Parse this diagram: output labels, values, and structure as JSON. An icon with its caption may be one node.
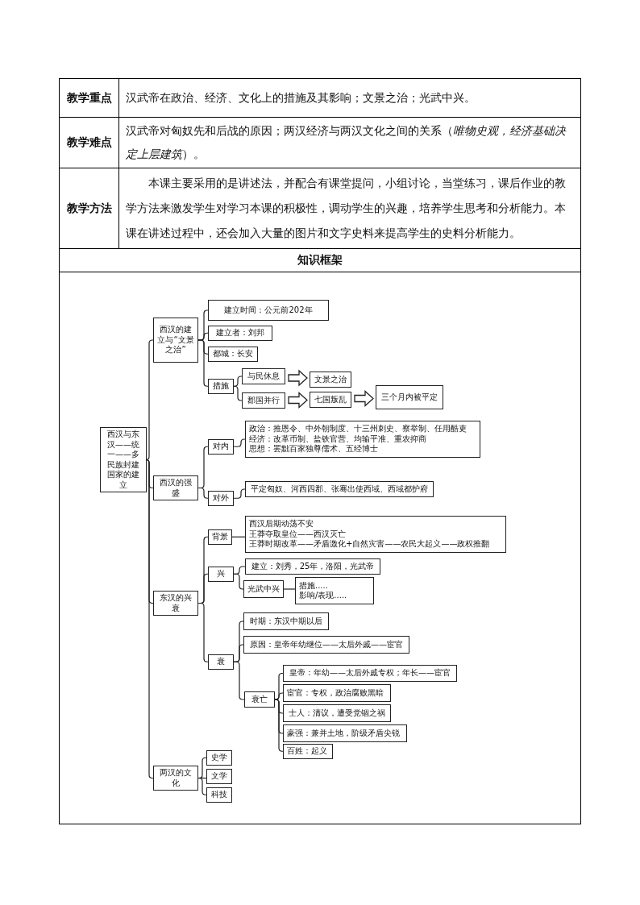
{
  "diagram": {
    "nodes": [
      {
        "text": [
          "西汉与东汉——统一——多民族封建国家的建立"
        ]
      },
      {
        "text": [
          "西汉的建立与“文景之治”"
        ]
      },
      {
        "text": [
          "建立时间：公元前202年"
        ]
      },
      {
        "text": [
          "建立者：刘邦"
        ]
      },
      {
        "text": [
          "都城：长安"
        ]
      },
      {
        "text": [
          "措施"
        ]
      },
      {
        "text": [
          "与民休息"
        ]
      },
      {
        "text": [
          "郡国并行"
        ]
      },
      {
        "text": [
          "文景之治"
        ]
      },
      {
        "text": [
          "七国叛乱"
        ]
      },
      {
        "text": [
          "三个月内被平定"
        ]
      },
      {
        "text": [
          "西汉的强盛"
        ]
      },
      {
        "text": [
          "对内"
        ]
      },
      {
        "text": [
          "政治：推恩令、中外朝制度、十三州刺史、察举制、任用酷吏",
          "经济：改革币制、盐铁官营、均输平准、重农抑商",
          "思想：罢黜百家独尊儒术、五经博士"
        ]
      },
      {
        "text": [
          "对外"
        ]
      },
      {
        "text": [
          "平定匈奴、河西四郡、张骞出使西域、西域都护府"
        ]
      },
      {
        "text": [
          "东汉的兴衰"
        ]
      },
      {
        "text": [
          "背景"
        ]
      },
      {
        "text": [
          "西汉后期动荡不安",
          "王莽夺取皇位——西汉灭亡",
          "王莽时期改革——矛盾激化+自然灾害——农民大起义——政权推翻"
        ]
      },
      {
        "text": [
          "兴"
        ]
      },
      {
        "text": [
          "建立：刘秀，25年，洛阳，光武帝"
        ]
      },
      {
        "text": [
          "光武中兴"
        ]
      },
      {
        "text": [
          "措施.....",
          "影响/表现....."
        ]
      },
      {
        "text": [
          "衰"
        ]
      },
      {
        "text": [
          "时期：东汉中期以后"
        ]
      },
      {
        "text": [
          "原因：皇帝年幼继位——太后外戚——宦官"
        ]
      },
      {
        "text": [
          "衰亡"
        ]
      },
      {
        "text": [
          "皇帝：年幼——太后外戚专权；年长——宦官"
        ]
      },
      {
        "text": [
          "宦官：专权，政治腐败黑暗"
        ]
      },
      {
        "text": [
          "士人：清议，遭受党锢之祸"
        ]
      },
      {
        "text": [
          "豪强：兼并土地，阶级矛盾尖锐"
        ]
      },
      {
        "text": [
          "百姓：起义"
        ]
      },
      {
        "text": [
          "两汉的文化"
        ]
      },
      {
        "text": [
          "史学"
        ]
      },
      {
        "text": [
          "文学"
        ]
      },
      {
        "text": [
          "科技"
        ]
      }
    ],
    "edges": [
      {
        "from": 0,
        "to": 1,
        "arrow": "none"
      },
      {
        "from": 0,
        "to": 11,
        "arrow": "none"
      },
      {
        "from": 0,
        "to": 16,
        "arrow": "none"
      },
      {
        "from": 0,
        "to": 32,
        "arrow": "none"
      },
      {
        "from": 1,
        "to": 2,
        "arrow": "none"
      },
      {
        "from": 1,
        "to": 3,
        "arrow": "none"
      },
      {
        "from": 1,
        "to": 4,
        "arrow": "none"
      },
      {
        "from": 1,
        "to": 5,
        "arrow": "none"
      },
      {
        "from": 5,
        "to": 6,
        "arrow": "none"
      },
      {
        "from": 5,
        "to": 7,
        "arrow": "none"
      },
      {
        "from": 6,
        "to": 8,
        "arrow": "to",
        "style": "thick"
      },
      {
        "from": 7,
        "to": 9,
        "arrow": "to",
        "style": "thick"
      },
      {
        "from": 9,
        "to": 10,
        "arrow": "to",
        "style": "thick"
      },
      {
        "from": 11,
        "to": 12,
        "arrow": "none"
      },
      {
        "from": 11,
        "to": 14,
        "arrow": "none"
      },
      {
        "from": 12,
        "to": 13,
        "arrow": "none"
      },
      {
        "from": 14,
        "to": 15,
        "arrow": "none"
      },
      {
        "from": 16,
        "to": 17,
        "arrow": "none"
      },
      {
        "from": 16,
        "to": 19,
        "arrow": "none"
      },
      {
        "from": 16,
        "to": 23,
        "arrow": "none"
      },
      {
        "from": 17,
        "to": 18,
        "arrow": "none"
      },
      {
        "from": 19,
        "to": 20,
        "arrow": "none"
      },
      {
        "from": 19,
        "to": 21,
        "arrow": "none"
      },
      {
        "from": 21,
        "to": 22,
        "arrow": "none"
      },
      {
        "from": 23,
        "to": 24,
        "arrow": "none"
      },
      {
        "from": 23,
        "to": 25,
        "arrow": "none"
      },
      {
        "from": 23,
        "to": 26,
        "arrow": "none"
      },
      {
        "from": 26,
        "to": 27,
        "arrow": "none"
      },
      {
        "from": 26,
        "to": 28,
        "arrow": "none"
      },
      {
        "from": 26,
        "to": 29,
        "arrow": "none"
      },
      {
        "from": 26,
        "to": 30,
        "arrow": "none"
      },
      {
        "from": 26,
        "to": 31,
        "arrow": "none"
      },
      {
        "from": 32,
        "to": 33,
        "arrow": "none"
      },
      {
        "from": 32,
        "to": 34,
        "arrow": "none"
      },
      {
        "from": 32,
        "to": 35,
        "arrow": "none"
      }
    ],
    "labels": [
      "教学重点",
      "汉武帝在政治、经济、文化上的措施及其影响；文景之治；光武中兴。",
      "教学难点",
      "汉武帝对匈奴先和后战的原因；两汉经济与两汉文化之间的关系（*唯物史观，经济基础决定上层建筑*）。",
      "教学方法",
      "本课主要采用的是讲述法，并配合有课堂提问，小组讨论，当堂练习，课后作业的教学方法来激发学生对学习本课的积极性，调动学生的兴趣，培养学生思考和分析能力。本课在讲述过程中，还会加入大量的图片和文字史料来提高学生的史料分析能力。",
      "知识框架"
    ]
  }
}
